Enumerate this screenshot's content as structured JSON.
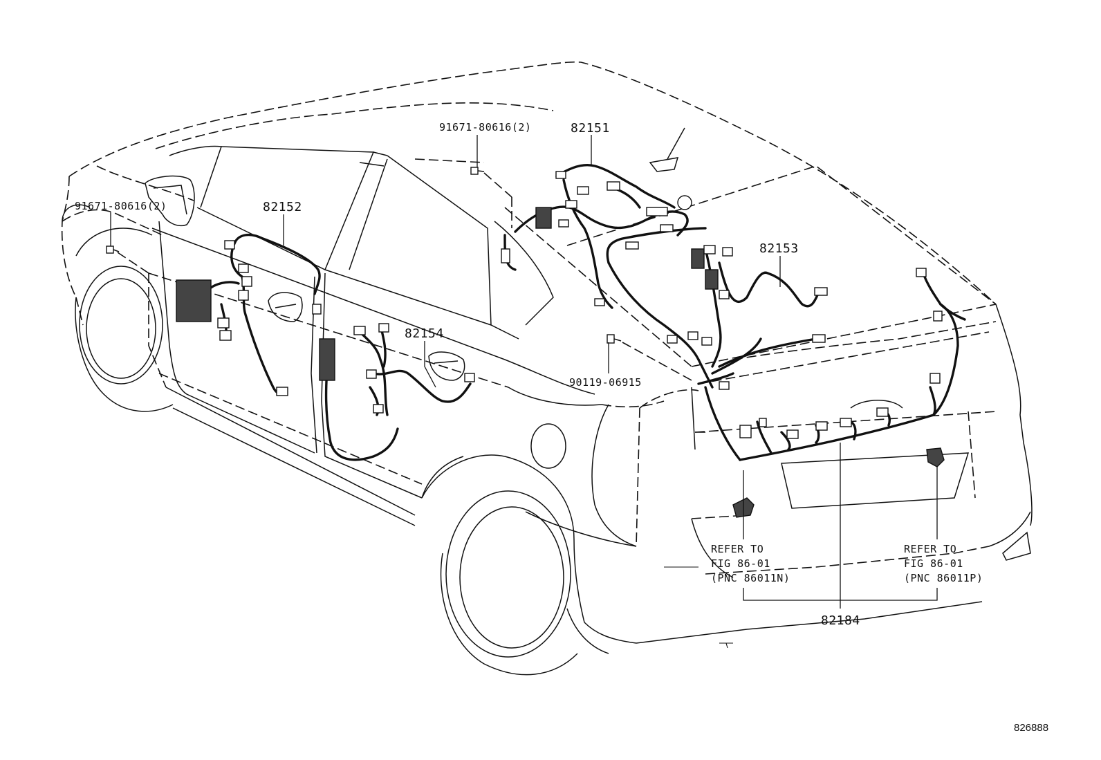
{
  "callouts": {
    "part_82151": "82151",
    "part_82152": "82152",
    "part_82153": "82153",
    "part_82154": "82154",
    "part_82184": "82184",
    "bolt_top": "91671-80616(2)",
    "bolt_left": "91671-80616(2)",
    "screw_center": "90119-06915"
  },
  "refer_left": {
    "line1": "REFER TO",
    "line2": "FIG 86-01",
    "line3": "(PNC 86011N)"
  },
  "refer_right": {
    "line1": "REFER TO",
    "line2": "FIG 86-01",
    "line3": "(PNC 86011P)"
  },
  "illustration_id": "826888"
}
